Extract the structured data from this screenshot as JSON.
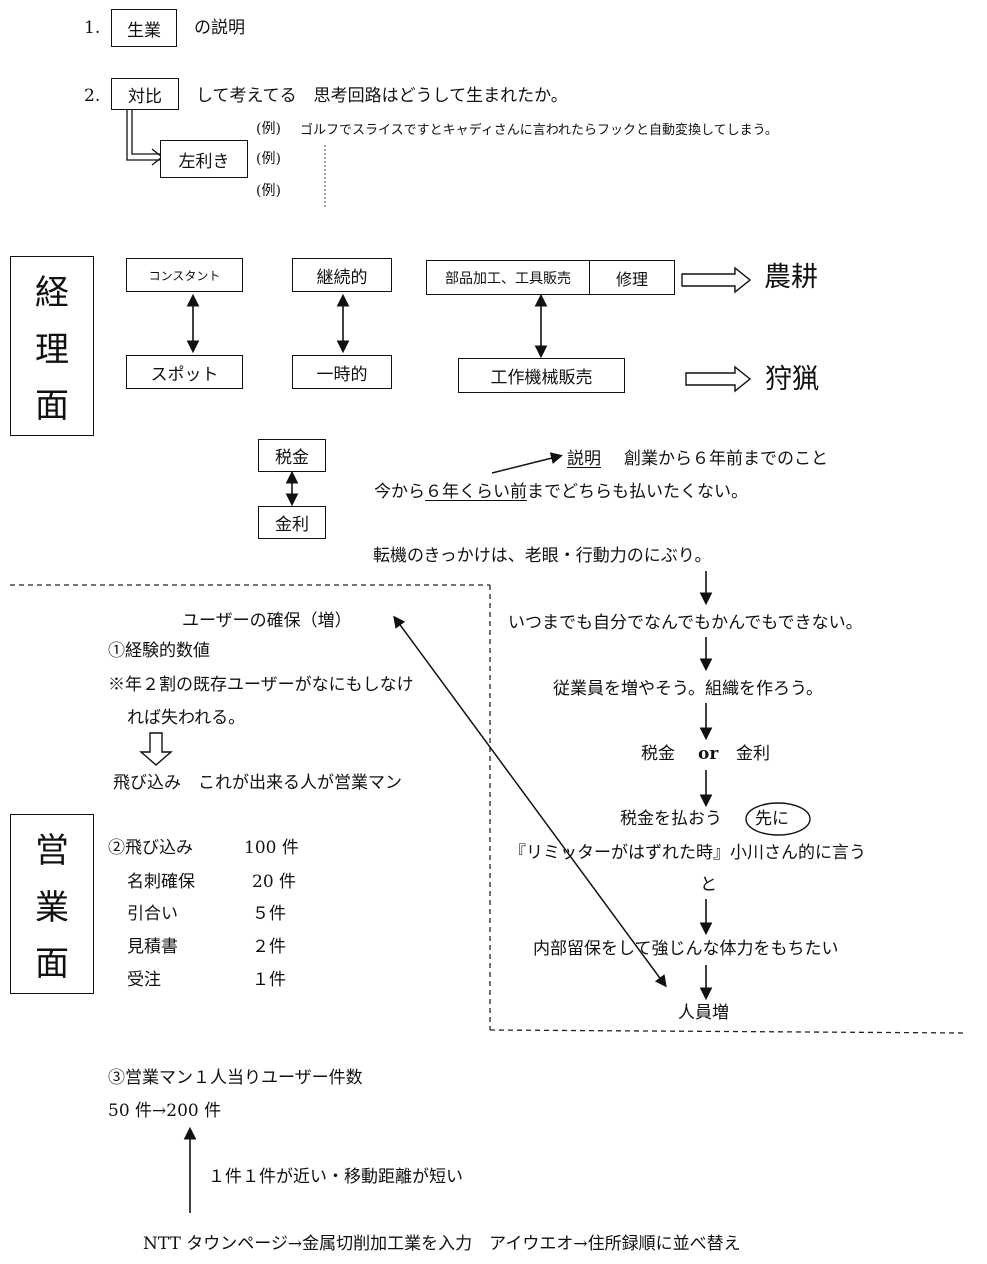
{
  "item1": {
    "num": "1.",
    "box": "生業",
    "text": "の説明"
  },
  "item2": {
    "num": "2.",
    "box": "対比",
    "text": "して考えてる　思考回路はどうして生まれたか。"
  },
  "examples": {
    "ex1": "(例)",
    "ex1_text": "ゴルフでスライスですとキャディさんに言われたらフックと自動変換してしまう。",
    "box": "左利き",
    "ex2": "(例)",
    "ex3": "(例)"
  },
  "keiri": {
    "vertical": [
      "経",
      "理",
      "面"
    ],
    "constant": "コンスタント",
    "spot": "スポット",
    "keizoku": "継続的",
    "ichiji": "一時的",
    "buhin": "部品加工、工具販売",
    "shuri": "修理",
    "kousaku": "工作機械販売",
    "nouko": "農耕",
    "shuryo": "狩猟"
  },
  "tax": {
    "zeikin": "税金",
    "kinri": "金利",
    "setsumei_label": "説明",
    "setsumei_text": "創業から６年前までのこと",
    "line_pre": "今から",
    "line_u": "６年くらい前",
    "line_post": "までどちらも払いたくない。"
  },
  "flow": {
    "f0": "転機のきっかけは、老眼・行動力のにぶり。",
    "f1": "いつまでも自分でなんでもかんでもできない。",
    "f2": "従業員を増やそう。組織を作ろう。",
    "f3a": "税金",
    "f3b": "or",
    "f3c": "金利",
    "f4": "税金を払おう",
    "f4_circle": "先に",
    "f5": "『リミッターがはずれた時』小川さん的に言う",
    "f6": "と",
    "f7": "内部留保をして強じんな体力をもちたい",
    "f8": "人員増"
  },
  "eigyo": {
    "vertical": [
      "営",
      "業",
      "面"
    ],
    "user": "ユーザーの確保（増）",
    "p1": "①経験的数値",
    "note1": "※年２割の既存ユーザーがなにもしなけ",
    "note2": "れば失われる。",
    "tobikomi_line": "飛び込み　これが出来る人が営業マン",
    "p2": "②飛び込み",
    "p2v": "100 件",
    "meishi": "名刺確保",
    "meishi_v": "20 件",
    "hikiai": "引合い",
    "hikiai_v": "５件",
    "mitsumori": "見積書",
    "mitsumori_v": "２件",
    "juchu": "受注",
    "juchu_v": "１件",
    "p3": "③営業マン１人当りユーザー件数",
    "p3v": "50 件→200 件",
    "near": "１件１件が近い・移動距離が短い",
    "ntt": "NTT タウンページ→金属切削加工業を入力　アイウエオ→住所録順に並べ替え"
  }
}
